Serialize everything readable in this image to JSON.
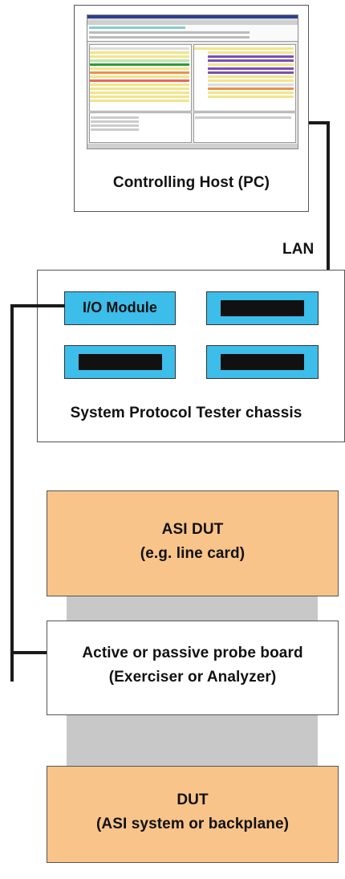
{
  "host": {
    "label": "Controlling Host (PC)"
  },
  "link": {
    "label": "LAN"
  },
  "chassis": {
    "label": "System Protocol Tester chassis",
    "module_label": "I/O Module"
  },
  "asi_dut": {
    "line1": "ASI DUT",
    "line2": "(e.g. line card)"
  },
  "probe": {
    "line1": "Active or passive probe board",
    "line2": "(Exerciser or Analyzer)"
  },
  "dut": {
    "line1": "DUT",
    "line2": "(ASI system or backplane)"
  },
  "colors": {
    "module": "#3dbde9",
    "dut": "#f9c48a",
    "connector": "#c8c8c8"
  },
  "icons": {
    "host_screenshot": "software-window-screenshot"
  }
}
